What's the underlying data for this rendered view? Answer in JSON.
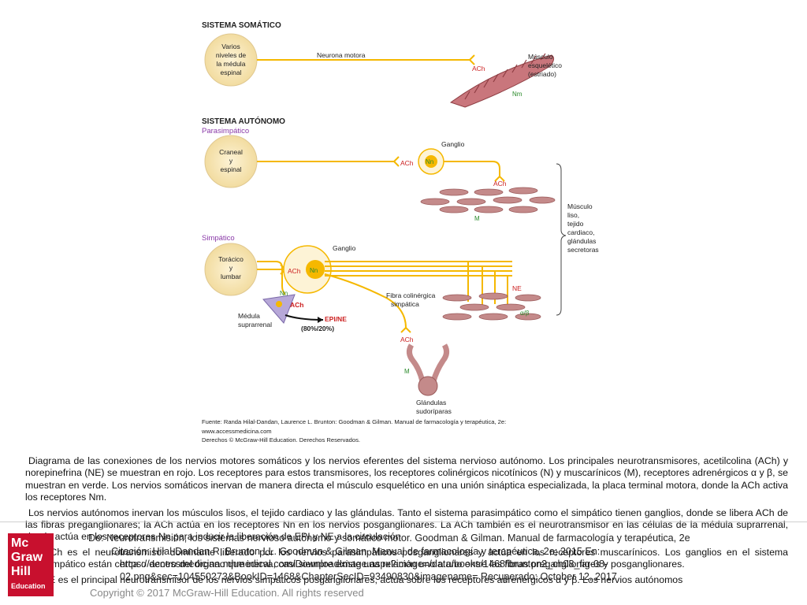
{
  "figure": {
    "somatic_title": "SISTEMA SOMÁTICO",
    "somatic_source_label": [
      "Varios",
      "niveles de",
      "la médula",
      "espinal"
    ],
    "motor_neuron": "Neurona motora",
    "ach": "ACh",
    "skeletal_muscle": [
      "Músculo",
      "esquelético",
      "(estriado)"
    ],
    "nm": "Nm",
    "autonomic_title": "SISTEMA AUTÓNOMO",
    "parasympathetic": "Parasimpático",
    "cranial_label": [
      "Craneal",
      "y",
      "espinal"
    ],
    "ganglion": "Ganglio",
    "nn": "Nn",
    "m": "M",
    "smooth_muscle_label": [
      "Músculo",
      "liso,",
      "tejido",
      "cardiaco,",
      "glándulas",
      "secretoras"
    ],
    "sympathetic": "Simpático",
    "thoracic_label": [
      "Torácico",
      "y",
      "lumbar"
    ],
    "ne": "NE",
    "alpha_beta": "α/β",
    "adrenal_label": [
      "Médula",
      "suprarrenal"
    ],
    "epi_ne": "EPI/NE",
    "epi_ne_ratio": "(80%/20%)",
    "cholinergic_fiber": [
      "Fibra colinérgica",
      "simpática"
    ],
    "sweat_glands": [
      "Glándulas",
      "sudoríparas"
    ],
    "source_lines": [
      "Fuente: Randa Hilal-Dandan, Laurence L. Brunton: Goodman & Gilman. Manual de farmacología y terapéutica, 2e:",
      "www.accessmedicina.com",
      "Derechos © McGraw-Hill Education. Derechos Reservados."
    ]
  },
  "caption": {
    "p1": "Diagrama de las conexiones de los nervios motores somáticos y los nervios eferentes del sistema nervioso autónomo. Los principales neurotransmisores, acetilcolina (ACh) y norepinefrina (NE) se muestran en rojo. Los receptores para estos transmisores, los receptores colinérgicos nicotínicos (N) y muscarínicos (M), receptores adrenérgicos α y β, se muestran en verde.  Los nervios somáticos inervan de manera directa el músculo esquelético en una unión sináptica especializada, la placa terminal motora, donde la ACh activa los receptores Nm.",
    "p2": "Los nervios autónomos inervan los músculos lisos, el tejido cardiaco y las glándulas. Tanto el sistema parasimpático como el simpático tienen ganglios, donde se libera ACh de las fibras preganglionares; la ACh actúa en los receptores Nn en los nervios posganglionares. La ACh también es el neurotransmisor en las células de la médula suprarrenal, donde actúa en los receptores Nn para inducir la liberación de EPI y NE a la circulación.",
    "p3": "La ACh es el neurotransmisor dominante liberado por los nervios parasimpáticos posganglionares y actúa en los receptores muscarínicos. Los ganglios en el sistema parasimpático están cerca o dentro del órgano que inerva, casi siempre existe una relación uno a uno entre las fibras preganglionares y posganglionares.",
    "p4": "La NE es el principal neurotransmisor de los nervios simpáticos posganglionares, actúa sobre los receptores adrenérgicos α y β. Los nervios autónomos"
  },
  "overlay": {
    "line1": "De: Neurotransmisión, los sistemas nervioso autónomo y somático motor. Goodman & Gilman. Manual de farmacología y terapéutica, 2e",
    "line2": "Citación: Hilal-Dandan R, Brunton LL. Goodman & Gilman. Manual de farmacología y terapéutica, 2e; 2015 En:",
    "line3": "https://accessmedicina.mhmedical.com/DownloadImage.aspx?image=/data/books/1468/brunton2_ch08_fig-08-",
    "line4": "02.png&sec=104550273&BookID=1468&ChapterSecID=93490830&imagename= Recuperado: October 12, 2017"
  },
  "logo": [
    "Mc",
    "Graw",
    "Hill",
    "Education"
  ],
  "copyright": "Copyright © 2017 McGraw-Hill Education. All rights reserved",
  "colors": {
    "nerve": "#f5b800",
    "neurotransmitter": "#cc2020",
    "receptor": "#2a8a2a",
    "system": "#8a3aa8"
  }
}
